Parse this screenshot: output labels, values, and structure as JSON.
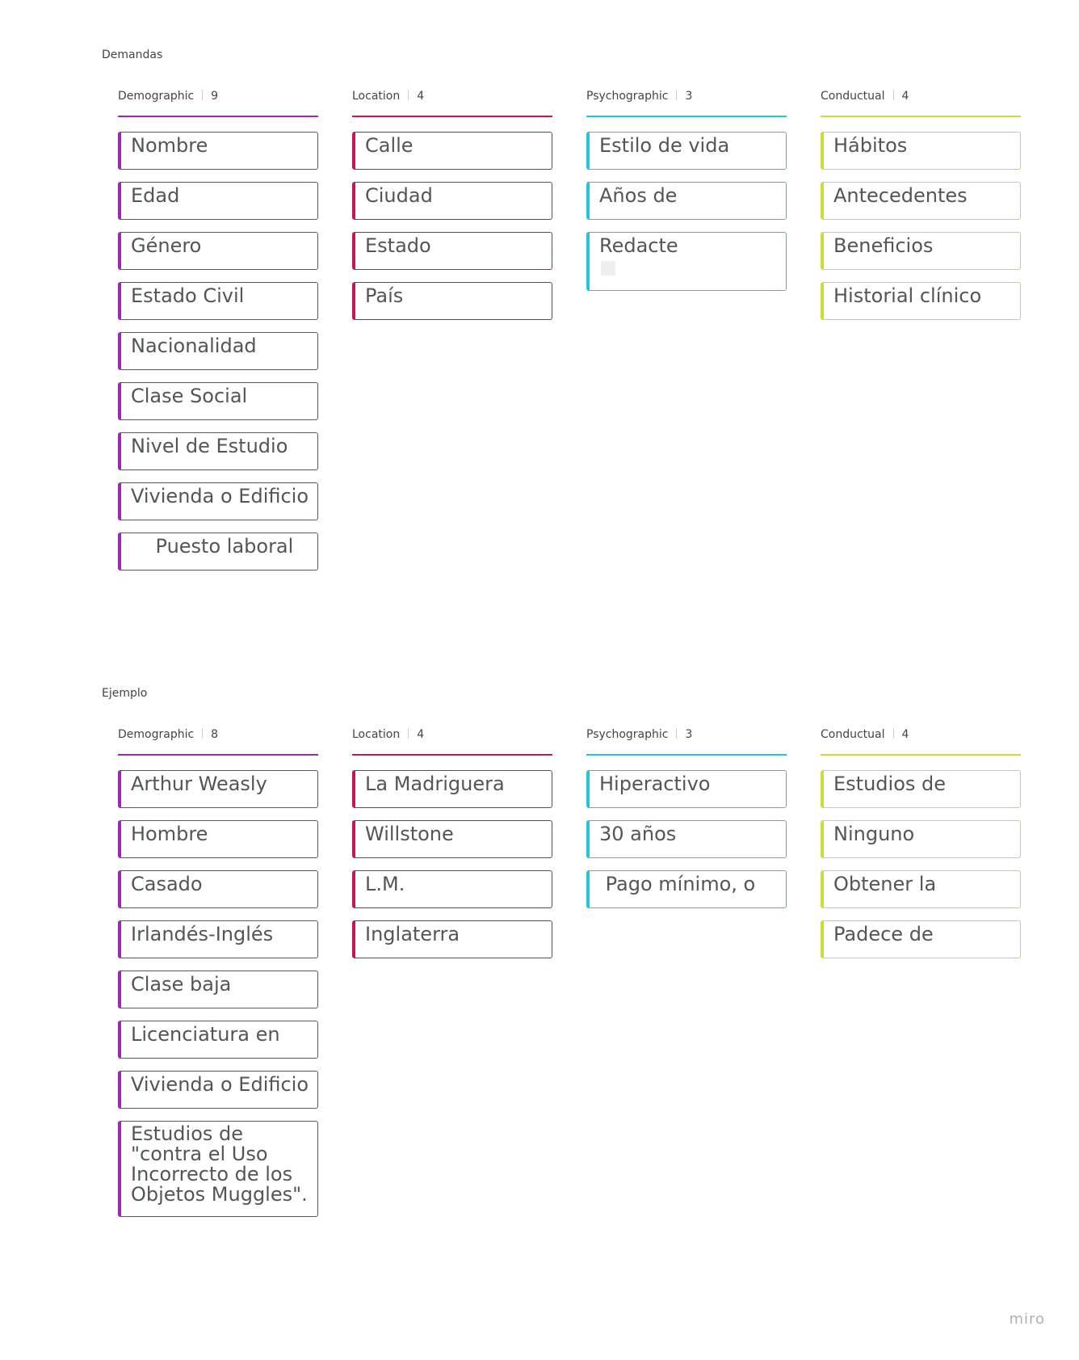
{
  "boards": [
    {
      "title": "Demandas",
      "columns": [
        {
          "name": "Demographic",
          "count": "9",
          "color": "#9c27b0",
          "cards": [
            "Nombre",
            "Edad",
            "Género",
            "Estado Civil",
            "Nacionalidad",
            "Clase Social",
            "Nivel de Estudio",
            "Vivienda o Edificio",
            "    Puesto laboral"
          ]
        },
        {
          "name": "Location",
          "count": "4",
          "color": "#c2185b",
          "cards": [
            "Calle",
            "Ciudad",
            "Estado",
            "País"
          ]
        },
        {
          "name": "Psychographic",
          "count": "3",
          "color": "#26c6da",
          "cards": [
            "Estilo de vida",
            "Años de",
            "Redacte"
          ]
        },
        {
          "name": "Conductual",
          "count": "4",
          "color": "#cddc39",
          "cards": [
            "Hábitos",
            "Antecedentes",
            "Beneficios",
            "Historial clínico"
          ]
        }
      ]
    },
    {
      "title": "Ejemplo",
      "columns": [
        {
          "name": "Demographic",
          "count": "8",
          "color": "#9c27b0",
          "cards": [
            "Arthur Weasly",
            "Hombre",
            "Casado",
            "Irlandés-Inglés",
            "Clase baja",
            "Licenciatura en",
            "Vivienda o Edificio",
            "Estudios de\n\"contra el Uso\nIncorrecto de los\nObjetos Muggles\"."
          ]
        },
        {
          "name": "Location",
          "count": "4",
          "color": "#c2185b",
          "cards": [
            "La Madriguera",
            "Willstone",
            "L.M.",
            "Inglaterra"
          ]
        },
        {
          "name": "Psychographic",
          "count": "3",
          "color": "#26c6da",
          "cards": [
            "Hiperactivo",
            "30 años",
            " Pago mínimo, o"
          ]
        },
        {
          "name": "Conductual",
          "count": "4",
          "color": "#cddc39",
          "cards": [
            "Estudios de",
            "Ninguno",
            "Obtener la",
            "Padece de"
          ]
        }
      ]
    }
  ],
  "footer": {
    "logo": "miro"
  }
}
